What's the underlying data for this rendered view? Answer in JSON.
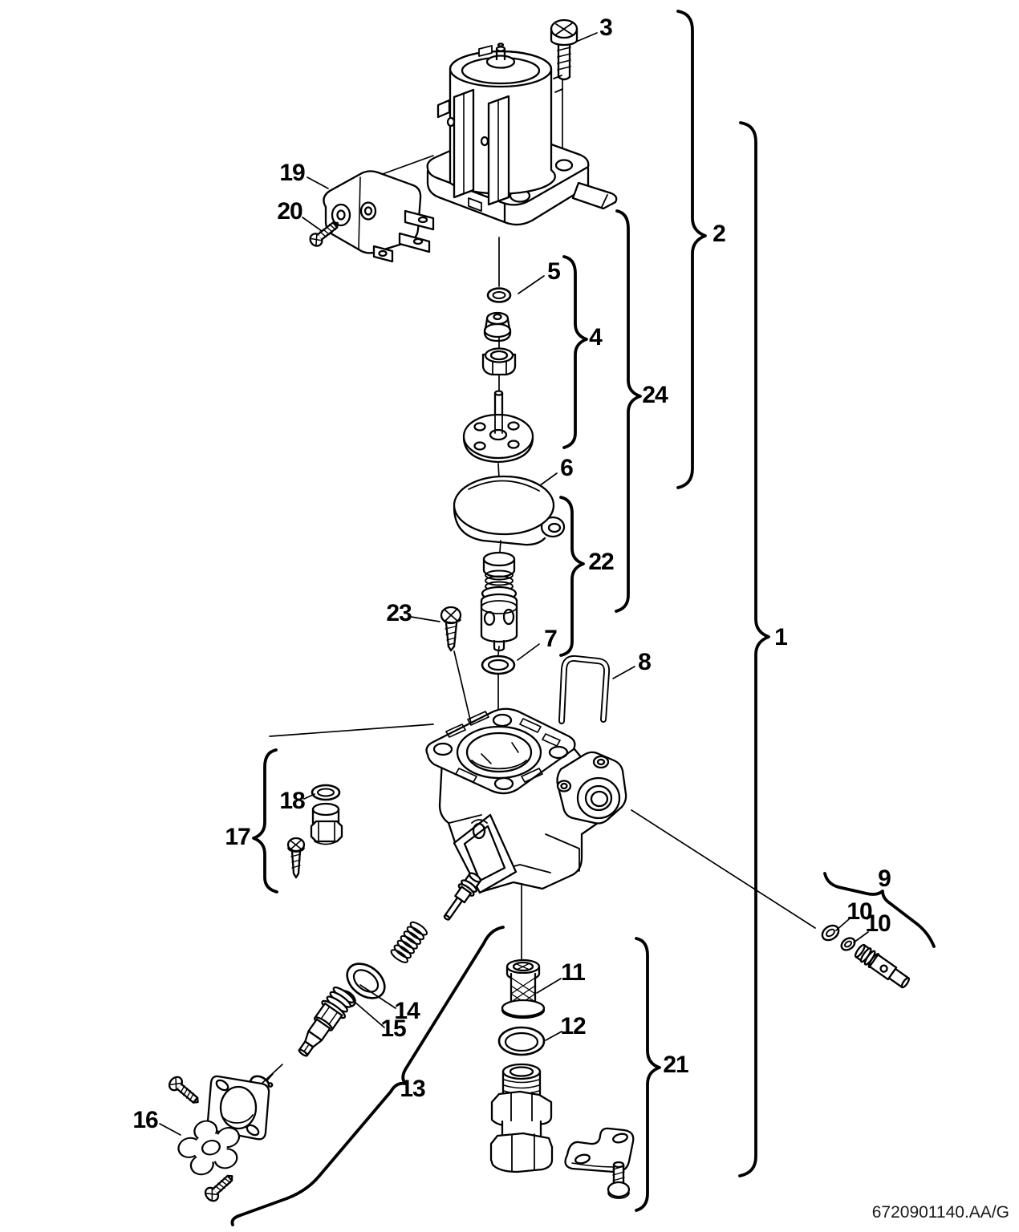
{
  "diagram": {
    "background": "#ffffff",
    "line_color": "#000000",
    "doc_number": "6720901140.AA/G",
    "callouts": {
      "n1": "1",
      "n2": "2",
      "n3": "3",
      "n4": "4",
      "n5": "5",
      "n6": "6",
      "n7": "7",
      "n8": "8",
      "n9": "9",
      "n10a": "10",
      "n10b": "10",
      "n11": "11",
      "n12": "12",
      "n13": "13",
      "n14": "14",
      "n15": "15",
      "n16": "16",
      "n17": "17",
      "n18": "18",
      "n19": "19",
      "n20": "20",
      "n21": "21",
      "n22": "22",
      "n23": "23",
      "n24": "24"
    }
  }
}
